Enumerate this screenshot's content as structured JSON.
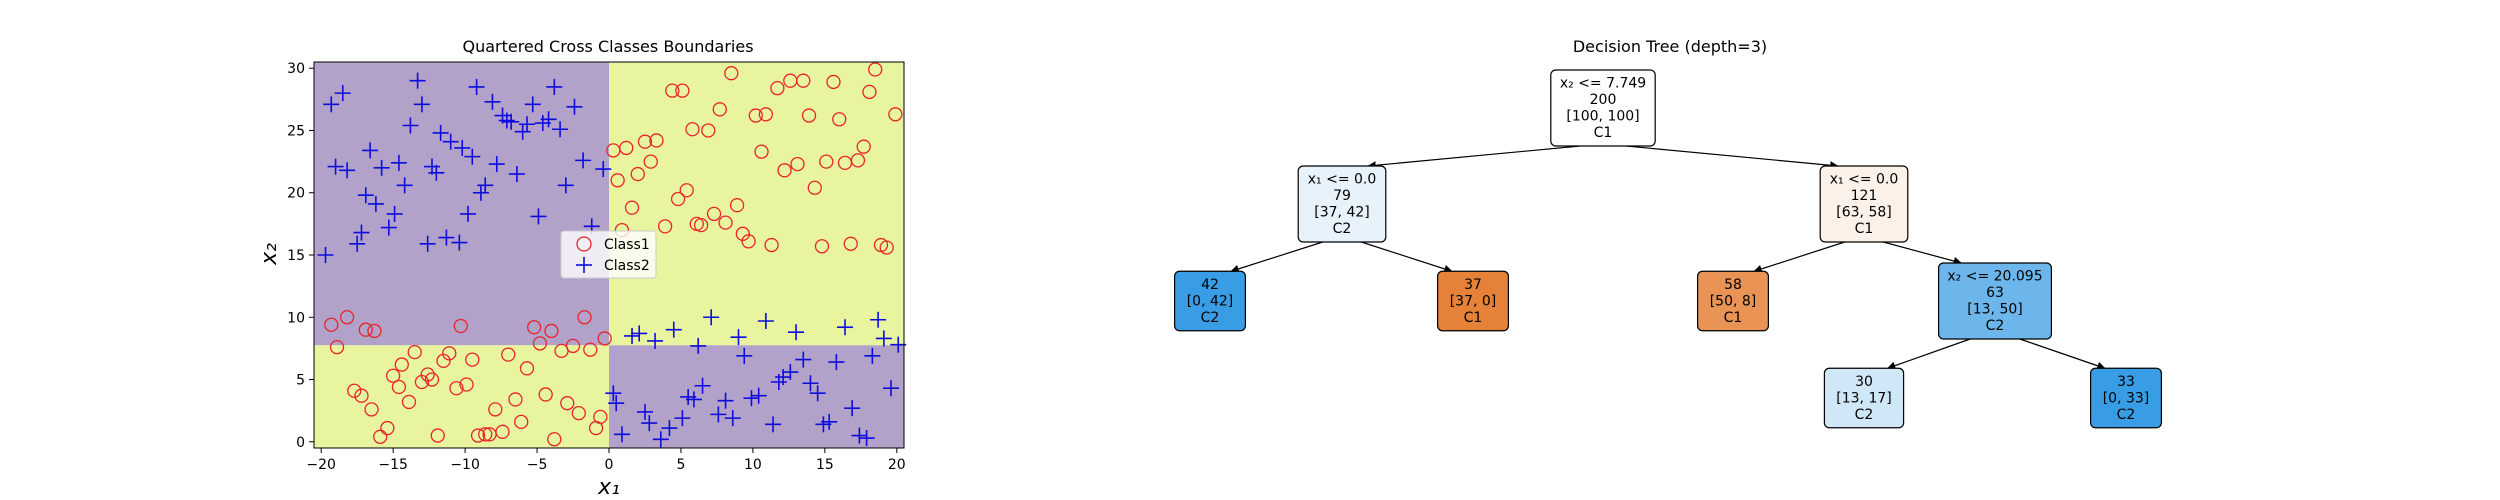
{
  "colors": {
    "class1": "#e8242b",
    "class2": "#0c0ce0",
    "region_class1": "#e9f49f",
    "region_class2": "#b2a1c8",
    "node_c1_strong": "#e58139",
    "node_c2_strong": "#399de5",
    "node_c2_light": "#e8f2fb",
    "node_c1_light": "#fbf1e9",
    "node_c2_mid": "#d0e7f8",
    "node_c2_med": "#6cb6ec",
    "node_c1_med": "#e99355"
  },
  "chart_data": [
    {
      "type": "scatter",
      "title": "Quartered Cross Classes Boundaries",
      "xlabel": "x₁",
      "ylabel": "x₂",
      "xlim": [
        -20.5,
        20.5
      ],
      "ylim": [
        -0.5,
        30.5
      ],
      "xticks": [
        -20,
        -15,
        -10,
        -5,
        0,
        5,
        10,
        15,
        20
      ],
      "yticks": [
        0,
        5,
        10,
        15,
        20,
        25,
        30
      ],
      "grid": false,
      "legend": {
        "placement": "center",
        "entries": [
          "Class1",
          "Class2"
        ]
      },
      "regions": [
        {
          "class": "Class2",
          "x": [
            -20.5,
            0
          ],
          "y": [
            7.749,
            30.5
          ]
        },
        {
          "class": "Class1",
          "x": [
            0,
            20.5
          ],
          "y": [
            7.749,
            30.5
          ]
        },
        {
          "class": "Class1",
          "x": [
            -20.5,
            0
          ],
          "y": [
            -0.5,
            7.749
          ]
        },
        {
          "class": "Class2",
          "x": [
            0,
            20.5
          ],
          "y": [
            -0.5,
            7.749
          ]
        }
      ],
      "series": [
        {
          "name": "Class1",
          "marker": "circle",
          "points": [
            [
              -19.3,
              9.4
            ],
            [
              -18.9,
              7.6
            ],
            [
              -18.2,
              10
            ],
            [
              -17.7,
              4.1
            ],
            [
              -17.2,
              3.7
            ],
            [
              -16.9,
              9
            ],
            [
              -16.5,
              2.6
            ],
            [
              -16.3,
              8.9
            ],
            [
              -15.9,
              0.4
            ],
            [
              -15.4,
              1.1
            ],
            [
              -15,
              5.3
            ],
            [
              -14.6,
              4.4
            ],
            [
              -14.4,
              6.2
            ],
            [
              -13.9,
              3.2
            ],
            [
              -13.5,
              7.2
            ],
            [
              -13,
              4.8
            ],
            [
              -12.6,
              5.4
            ],
            [
              -12.3,
              5
            ],
            [
              -11.9,
              0.5
            ],
            [
              -11.5,
              6.5
            ],
            [
              -11.1,
              7.1
            ],
            [
              -10.6,
              4.3
            ],
            [
              -10.3,
              9.3
            ],
            [
              -9.9,
              4.6
            ],
            [
              -9.5,
              6.6
            ],
            [
              -9.1,
              0.5
            ],
            [
              -8.6,
              0.6
            ],
            [
              -8.3,
              0.6
            ],
            [
              -7.9,
              2.6
            ],
            [
              -7.4,
              0.8
            ],
            [
              -7,
              7
            ],
            [
              -6.5,
              3.4
            ],
            [
              -6.1,
              1.6
            ],
            [
              -5.7,
              5.9
            ],
            [
              -5.2,
              9.2
            ],
            [
              -4.8,
              7.9
            ],
            [
              -4.4,
              3.8
            ],
            [
              -4,
              8.9
            ],
            [
              -3.8,
              0.2
            ],
            [
              -3.3,
              7.3
            ],
            [
              -2.9,
              3.1
            ],
            [
              -2.5,
              7.7
            ],
            [
              -2.1,
              2.3
            ],
            [
              -1.7,
              10
            ],
            [
              -1.3,
              7.4
            ],
            [
              -0.9,
              1.1
            ],
            [
              -0.6,
              2
            ],
            [
              -0.3,
              8.3
            ],
            [
              0.3,
              23.4
            ],
            [
              0.6,
              21
            ],
            [
              0.9,
              17
            ],
            [
              1.2,
              23.6
            ],
            [
              1.6,
              18.8
            ],
            [
              2,
              21.5
            ],
            [
              2.5,
              24.1
            ],
            [
              2.9,
              22.5
            ],
            [
              3.3,
              24.2
            ],
            [
              3.9,
              17.3
            ],
            [
              4.4,
              28.2
            ],
            [
              4.8,
              19.5
            ],
            [
              5.1,
              28.2
            ],
            [
              5.4,
              20.2
            ],
            [
              5.8,
              25.1
            ],
            [
              6.1,
              17.5
            ],
            [
              6.4,
              17.4
            ],
            [
              6.9,
              25
            ],
            [
              7.3,
              18.3
            ],
            [
              7.7,
              26.7
            ],
            [
              8.1,
              17.6
            ],
            [
              8.5,
              29.6
            ],
            [
              8.9,
              19
            ],
            [
              9.3,
              16.7
            ],
            [
              9.7,
              16.1
            ],
            [
              10.2,
              26.2
            ],
            [
              10.6,
              23.3
            ],
            [
              10.9,
              26.3
            ],
            [
              11.3,
              15.8
            ],
            [
              11.7,
              28.4
            ],
            [
              12.2,
              21.8
            ],
            [
              12.6,
              29
            ],
            [
              13.1,
              22.3
            ],
            [
              13.5,
              29
            ],
            [
              13.9,
              26.2
            ],
            [
              14.3,
              20.4
            ],
            [
              14.8,
              15.7
            ],
            [
              15.1,
              22.5
            ],
            [
              15.6,
              28.9
            ],
            [
              16,
              25.9
            ],
            [
              16.4,
              22.4
            ],
            [
              16.8,
              15.9
            ],
            [
              17.3,
              22.6
            ],
            [
              17.7,
              23.7
            ],
            [
              18.1,
              28.1
            ],
            [
              18.5,
              29.9
            ],
            [
              18.9,
              15.8
            ],
            [
              19.3,
              15.6
            ],
            [
              19.9,
              26.3
            ]
          ]
        },
        {
          "name": "Class2",
          "marker": "plus",
          "points": [
            [
              -19.7,
              15
            ],
            [
              -19.3,
              27.1
            ],
            [
              -19,
              22.1
            ],
            [
              -18.5,
              28
            ],
            [
              -18.2,
              21.8
            ],
            [
              -17.5,
              15.9
            ],
            [
              -17.2,
              16.8
            ],
            [
              -16.9,
              19.8
            ],
            [
              -16.6,
              23.4
            ],
            [
              -16.2,
              19.1
            ],
            [
              -15.8,
              22
            ],
            [
              -15.3,
              17.2
            ],
            [
              -14.9,
              18.3
            ],
            [
              -14.6,
              22.4
            ],
            [
              -14.2,
              20.6
            ],
            [
              -13.8,
              25.4
            ],
            [
              -13.3,
              29
            ],
            [
              -13,
              27.1
            ],
            [
              -12.6,
              15.9
            ],
            [
              -12.3,
              22.1
            ],
            [
              -12,
              21.6
            ],
            [
              -11.7,
              24.8
            ],
            [
              -11.3,
              16.4
            ],
            [
              -11,
              24.1
            ],
            [
              -10.4,
              16
            ],
            [
              -10.2,
              23.6
            ],
            [
              -9.8,
              18.3
            ],
            [
              -9.5,
              22.9
            ],
            [
              -9.2,
              28.5
            ],
            [
              -8.9,
              20
            ],
            [
              -8.6,
              20.6
            ],
            [
              -8.1,
              27.3
            ],
            [
              -7.8,
              22.3
            ],
            [
              -7.4,
              26.2
            ],
            [
              -7.1,
              25.8
            ],
            [
              -6.8,
              25.7
            ],
            [
              -6.4,
              21.5
            ],
            [
              -6,
              24.9
            ],
            [
              -5.7,
              25.5
            ],
            [
              -5.3,
              27.1
            ],
            [
              -4.9,
              18.1
            ],
            [
              -4.6,
              25.6
            ],
            [
              -4.2,
              25.9
            ],
            [
              -3.8,
              28.5
            ],
            [
              -3.4,
              25.1
            ],
            [
              -3,
              20.6
            ],
            [
              -2.4,
              26.9
            ],
            [
              -1.8,
              22.6
            ],
            [
              -1.2,
              17.3
            ],
            [
              -0.4,
              21.9
            ],
            [
              0.3,
              3.9
            ],
            [
              0.5,
              3.1
            ],
            [
              0.9,
              0.6
            ],
            [
              1.6,
              8.5
            ],
            [
              2.1,
              8.7
            ],
            [
              2.5,
              2.4
            ],
            [
              2.8,
              1.5
            ],
            [
              3.2,
              8.1
            ],
            [
              3.6,
              0.2
            ],
            [
              4.2,
              1.1
            ],
            [
              4.5,
              9
            ],
            [
              5.1,
              1.9
            ],
            [
              5.5,
              3.6
            ],
            [
              5.9,
              3.4
            ],
            [
              6.2,
              7.7
            ],
            [
              6.5,
              4.5
            ],
            [
              7.1,
              10
            ],
            [
              7.6,
              2.2
            ],
            [
              8.1,
              3.3
            ],
            [
              8.6,
              1.9
            ],
            [
              9,
              8.4
            ],
            [
              9.4,
              6.9
            ],
            [
              9.9,
              3.5
            ],
            [
              10.4,
              3.7
            ],
            [
              10.9,
              9.7
            ],
            [
              11.4,
              1.4
            ],
            [
              11.8,
              4.8
            ],
            [
              12.1,
              5.2
            ],
            [
              12.6,
              5.6
            ],
            [
              13,
              8.8
            ],
            [
              13.5,
              6.6
            ],
            [
              14,
              4.7
            ],
            [
              14.5,
              3.9
            ],
            [
              14.9,
              1.4
            ],
            [
              15.3,
              1.6
            ],
            [
              15.8,
              6.4
            ],
            [
              16.4,
              9.2
            ],
            [
              16.9,
              2.7
            ],
            [
              17.4,
              0.5
            ],
            [
              17.9,
              0.3
            ],
            [
              18.3,
              6.9
            ],
            [
              18.7,
              9.8
            ],
            [
              19.1,
              8.3
            ],
            [
              19.6,
              4.3
            ],
            [
              20.1,
              7.8
            ]
          ]
        }
      ]
    },
    {
      "type": "tree",
      "title": "Decision Tree (depth=3)",
      "nodes": [
        {
          "id": "root",
          "lines": [
            "x₂ <= 7.749",
            "200",
            "[100, 100]",
            "C1"
          ],
          "fill": "#ffffff",
          "children": [
            "n1",
            "n2"
          ]
        },
        {
          "id": "n1",
          "lines": [
            "x₁ <= 0.0",
            "79",
            "[37, 42]",
            "C2"
          ],
          "fill": "#e8f2fb",
          "children": [
            "n3",
            "n4"
          ]
        },
        {
          "id": "n2",
          "lines": [
            "x₁ <= 0.0",
            "121",
            "[63, 58]",
            "C1"
          ],
          "fill": "#fbf1e9",
          "children": [
            "n5",
            "n6"
          ]
        },
        {
          "id": "n3",
          "lines": [
            "42",
            "[0, 42]",
            "C2"
          ],
          "fill": "#399de5",
          "children": []
        },
        {
          "id": "n4",
          "lines": [
            "37",
            "[37, 0]",
            "C1"
          ],
          "fill": "#e58139",
          "children": []
        },
        {
          "id": "n5",
          "lines": [
            "58",
            "[50, 8]",
            "C1"
          ],
          "fill": "#e99355",
          "children": []
        },
        {
          "id": "n6",
          "lines": [
            "x₂ <= 20.095",
            "63",
            "[13, 50]",
            "C2"
          ],
          "fill": "#6cb6ec",
          "children": [
            "n7",
            "n8"
          ]
        },
        {
          "id": "n7",
          "lines": [
            "30",
            "[13, 17]",
            "C2"
          ],
          "fill": "#d0e7f8",
          "children": []
        },
        {
          "id": "n8",
          "lines": [
            "33",
            "[0, 33]",
            "C2"
          ],
          "fill": "#399de5",
          "children": []
        }
      ]
    }
  ]
}
